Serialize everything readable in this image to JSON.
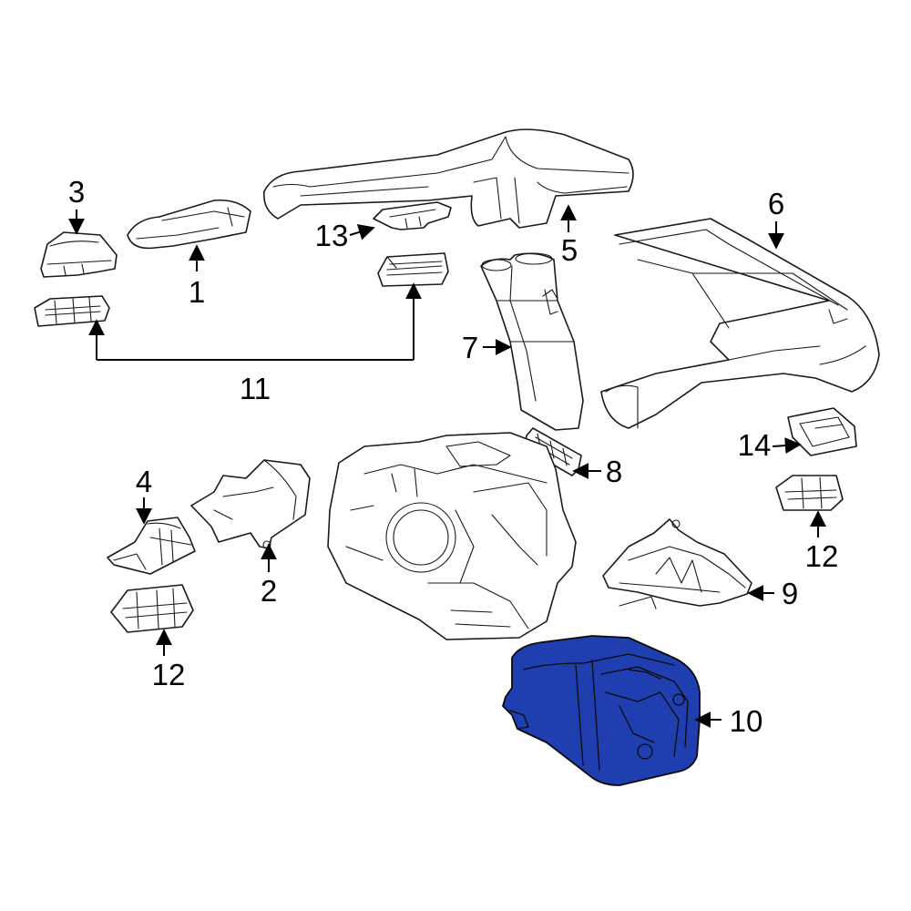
{
  "callouts": {
    "c1": "1",
    "c2": "2",
    "c3": "3",
    "c4": "4",
    "c5": "5",
    "c6": "6",
    "c7": "7",
    "c8": "8",
    "c9": "9",
    "c10": "10",
    "c11": "11",
    "c12a": "12",
    "c12b": "12",
    "c13": "13",
    "c14": "14"
  },
  "highlight_color": "#1f3fb0"
}
